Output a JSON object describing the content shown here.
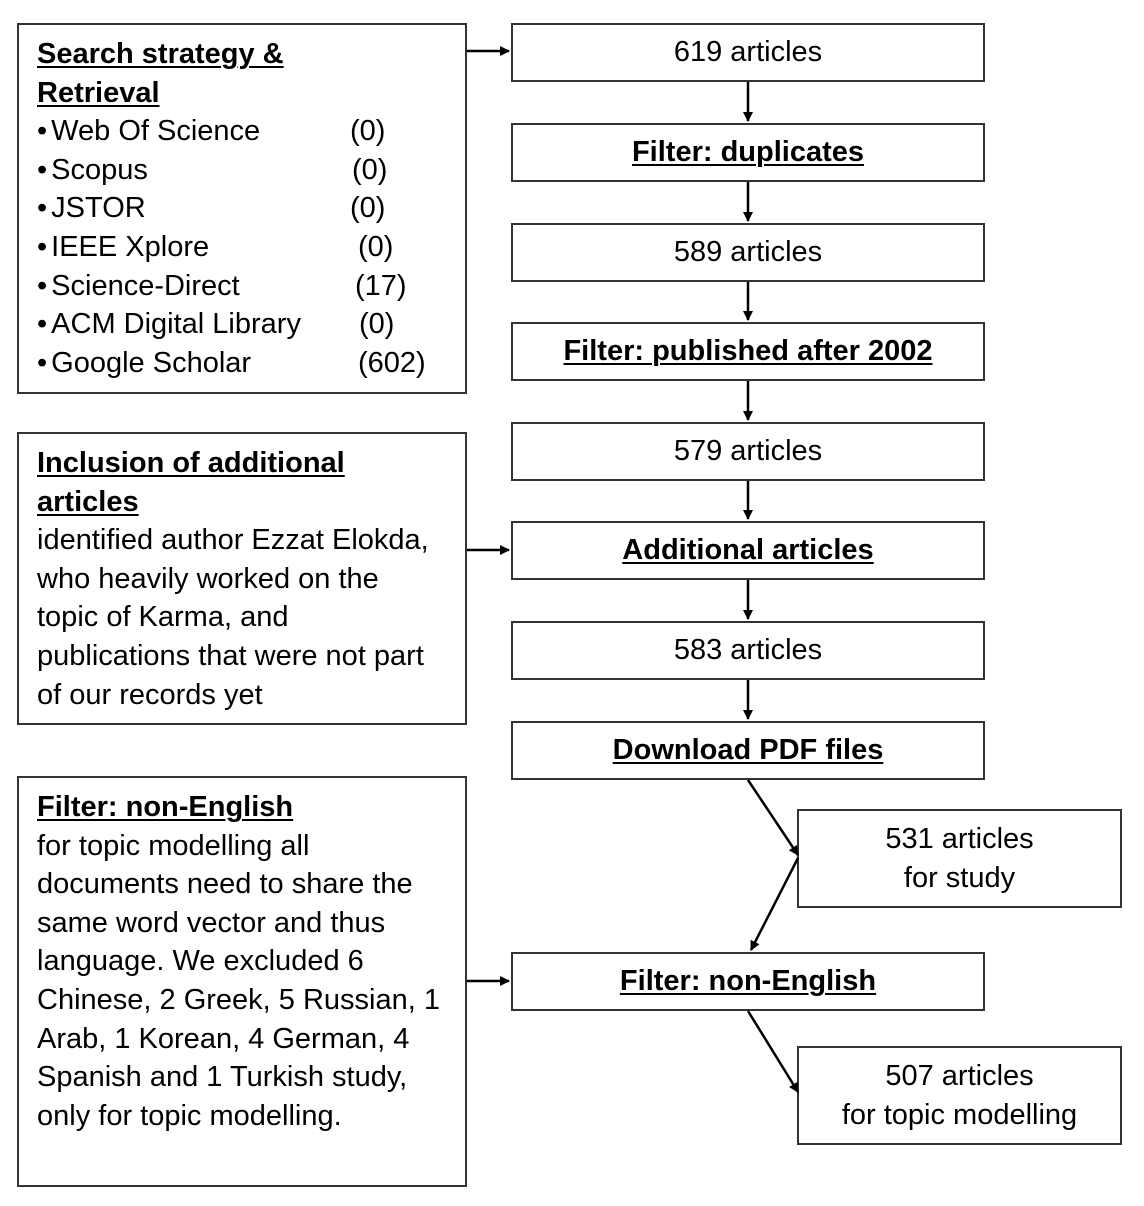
{
  "search_box": {
    "heading": "Search strategy & Retrieval",
    "sources": [
      {
        "name": "Web Of Science",
        "count": "(0)"
      },
      {
        "name": "Scopus",
        "count": "(0)"
      },
      {
        "name": "JSTOR",
        "count": "(0)"
      },
      {
        "name": "IEEE Xplore",
        "count": "(0)"
      },
      {
        "name": "Science-Direct",
        "count": "(17)"
      },
      {
        "name": "ACM Digital Library",
        "count": "(0)"
      },
      {
        "name": "Google Scholar",
        "count": "(602)"
      }
    ],
    "bullet": "•"
  },
  "inclusion_box": {
    "heading": "Inclusion of additional articles",
    "text": "identified author Ezzat Elokda, who heavily worked on the topic of Karma, and publications that were not part of our records yet"
  },
  "nonenglish_box": {
    "heading": "Filter: non-English",
    "text": "for topic modelling all documents need to share the same word vector and thus language. We excluded 6 Chinese, 2 Greek, 5 Russian, 1 Arab, 1 Korean, 4 German, 4 Spanish and 1 Turkish study, only for topic modelling."
  },
  "flow": {
    "n619": "619 articles",
    "filter_duplicates": "Filter: duplicates",
    "n589": "589 articles",
    "filter_2002": "Filter: published after 2002",
    "n579": "579 articles",
    "additional": "Additional articles",
    "n583": "583 articles",
    "download": "Download PDF files",
    "n531_line1": "531 articles",
    "n531_line2": "for study",
    "filter_nonenglish": "Filter: non-English",
    "n507_line1": "507 articles",
    "n507_line2": "for topic modelling"
  }
}
